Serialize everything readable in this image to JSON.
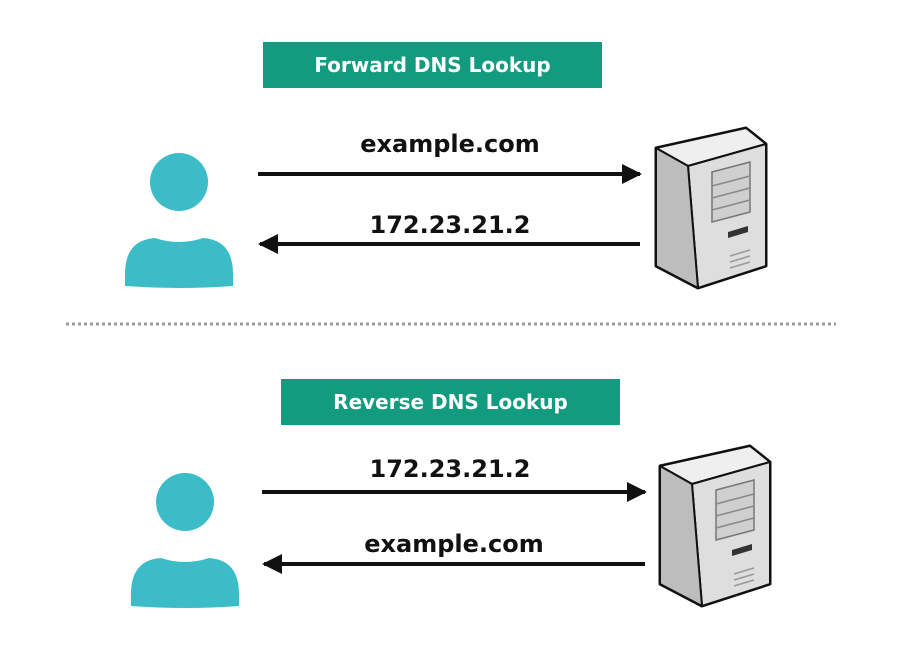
{
  "colors": {
    "banner": "#139b7f",
    "user_icon": "#3bbcc7",
    "arrow": "#111111",
    "divider": "#9a9a9a",
    "server_body": "#e6e6e6"
  },
  "icons": {
    "user": "user-icon",
    "server": "server-icon"
  },
  "forward": {
    "title": "Forward DNS Lookup",
    "request_label": "example.com",
    "response_label": "172.23.21.2"
  },
  "reverse": {
    "title": "Reverse DNS Lookup",
    "request_label": "172.23.21.2",
    "response_label": "example.com"
  }
}
